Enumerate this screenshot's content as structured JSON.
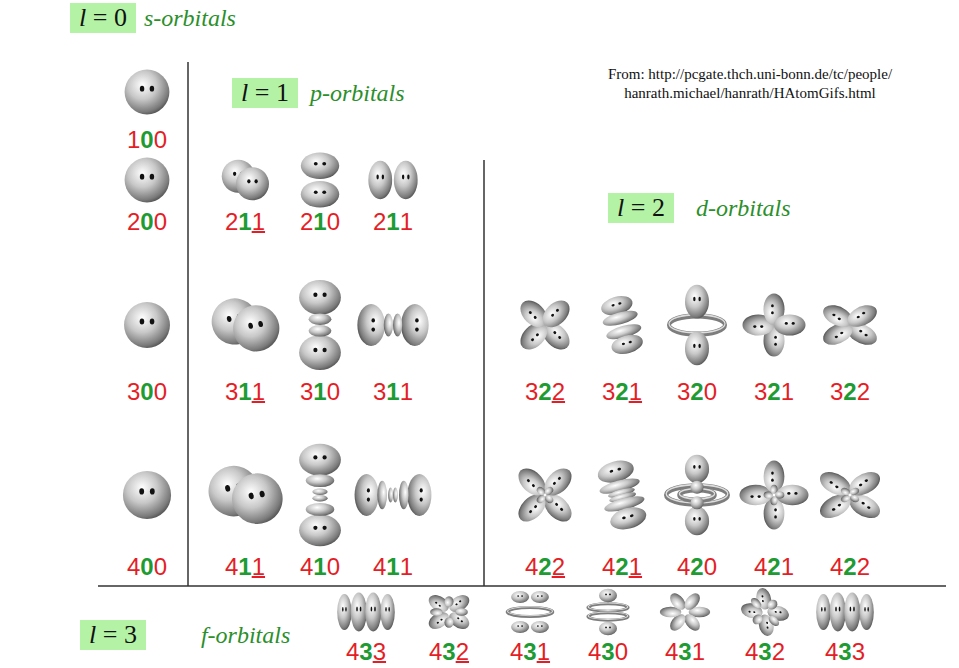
{
  "diagram": {
    "nodes": [
      {
        "text": [
          "l = 0",
          "s-orbitals"
        ]
      },
      {
        "text": [
          "l = 1",
          "p-orbitals"
        ]
      },
      {
        "text": [
          "l = 2",
          "d-orbitals"
        ]
      },
      {
        "text": [
          "l = 3",
          "f-orbitals"
        ]
      }
    ],
    "labels": [
      "From: http://pcgate.thch.uni-bonn.de/tc/people/ hanrath.michael/hanrath/HAtomGifs.html",
      "100",
      "200",
      "211",
      "210",
      "211",
      "300",
      "311",
      "310",
      "311",
      "322",
      "321",
      "320",
      "321",
      "322",
      "400",
      "411",
      "410",
      "411",
      "422",
      "421",
      "420",
      "421",
      "422",
      "433",
      "432",
      "431",
      "430",
      "431",
      "432",
      "433"
    ]
  }
}
